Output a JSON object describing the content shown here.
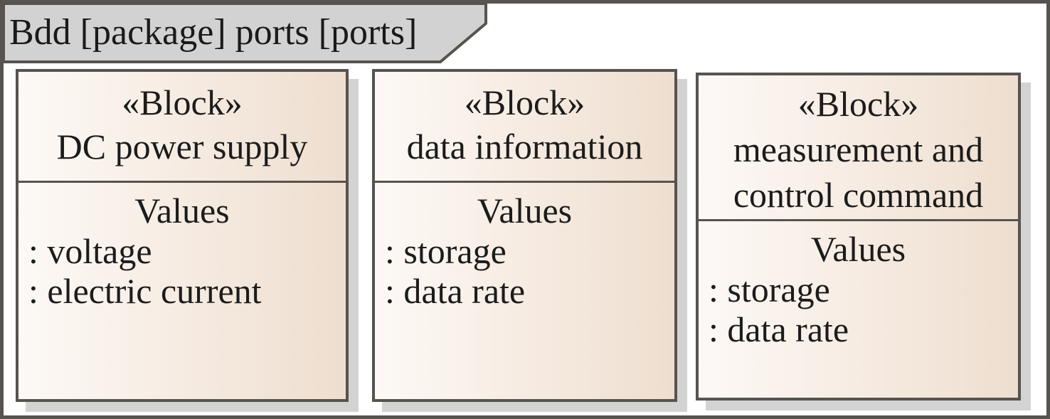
{
  "frame": {
    "title": "Bdd [package] ports [ports]"
  },
  "blocks": [
    {
      "stereotype": "«Block»",
      "name": "DC power supply",
      "values_label": "Values",
      "values": [
        ": voltage",
        ": electric current"
      ]
    },
    {
      "stereotype": "«Block»",
      "name": "data information",
      "values_label": "Values",
      "values": [
        ": storage",
        ": data rate"
      ]
    },
    {
      "stereotype": "«Block»",
      "name": "measurement and control command",
      "values_label": "Values",
      "values": [
        ": storage",
        ": data rate"
      ]
    }
  ],
  "colors": {
    "frame_border": "#57534e",
    "tab_fill": "#d2d2d2",
    "block_fill_left": "#fdf9f6",
    "block_fill_right": "#eedecf",
    "shadow": "#d3d3d3",
    "text": "#1c1c1c"
  }
}
